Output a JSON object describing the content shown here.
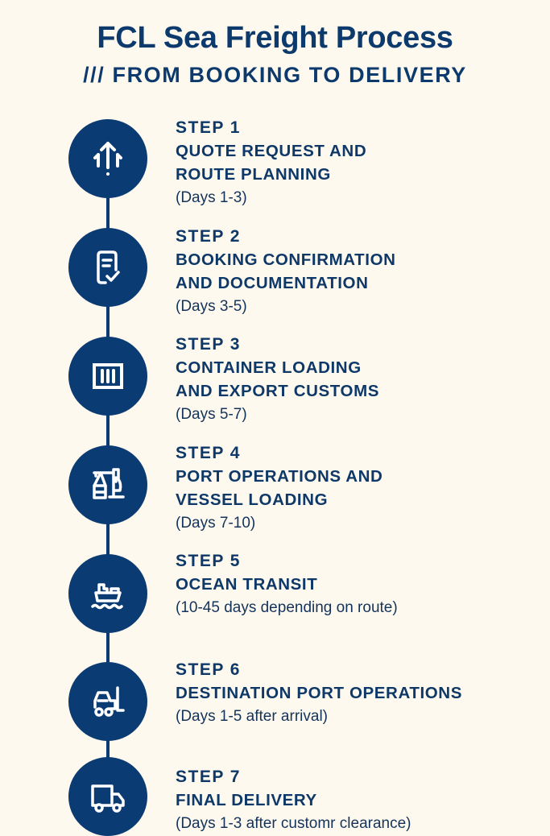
{
  "header": {
    "title": "FCL Sea Freight Process",
    "subtitle": "/// FROM BOOKING TO DELIVERY"
  },
  "colors": {
    "background": "#FEF9EF",
    "primary": "#0B3B73",
    "icon": "#FFFFFF"
  },
  "steps": [
    {
      "label": "STEP 1",
      "title_lines": [
        "QUOTE REQUEST AND",
        "ROUTE PLANNING"
      ],
      "note": "(Days 1-3)",
      "icon": "arrows-up-icon"
    },
    {
      "label": "STEP 2",
      "title_lines": [
        "BOOKING CONFIRMATION",
        "AND DOCUMENTATION"
      ],
      "note": "(Days 3-5)",
      "icon": "document-check-icon"
    },
    {
      "label": "STEP 3",
      "title_lines": [
        "CONTAINER LOADING",
        "AND EXPORT CUSTOMS"
      ],
      "note": "(Days 5-7)",
      "icon": "container-icon"
    },
    {
      "label": "STEP 4",
      "title_lines": [
        "PORT OPERATIONS AND",
        "VESSEL LOADING"
      ],
      "note": "(Days 7-10)",
      "icon": "port-crane-icon"
    },
    {
      "label": "STEP 5",
      "title_lines": [
        "OCEAN TRANSIT"
      ],
      "note": "(10-45 days depending on route)",
      "icon": "ship-icon"
    },
    {
      "label": "STEP 6",
      "title_lines": [
        "DESTINATION PORT OPERATIONS"
      ],
      "note": "(Days 1-5 after arrival)",
      "icon": "forklift-icon"
    },
    {
      "label": "STEP 7",
      "title_lines": [
        "FINAL DELIVERY"
      ],
      "note": "(Days 1-3 after customr clearance)",
      "icon": "truck-icon"
    }
  ]
}
